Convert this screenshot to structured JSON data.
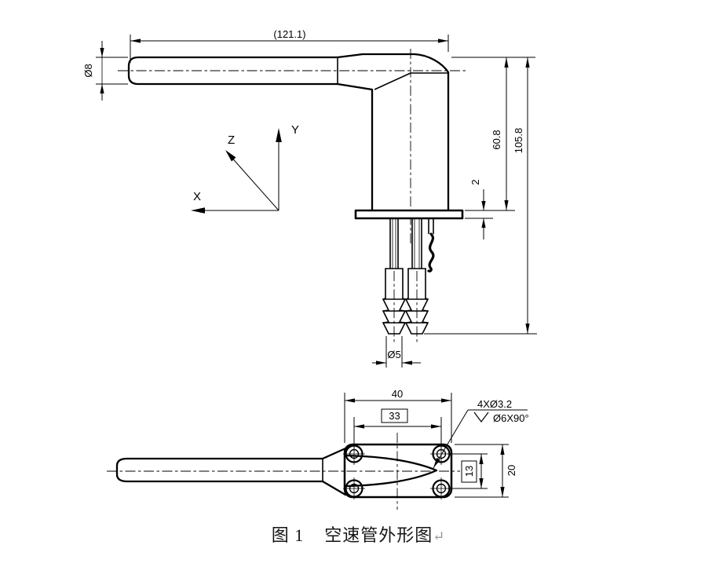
{
  "side_view": {
    "overall_length": "(121.1)",
    "tube_diameter": "Ø8",
    "head_to_flange_height": "60.8",
    "overall_height": "105.8",
    "flange_thickness": "2",
    "nipple_diameter": "Ø5"
  },
  "axes": {
    "x": "X",
    "y": "Y",
    "z": "Z"
  },
  "bottom_view": {
    "flange_width": "40",
    "hole_pitch_horizontal": "33",
    "hole_pitch_vertical": "13",
    "flange_height": "20",
    "hole_callout_line1": "4XØ3.2",
    "hole_callout_line2": "Ø6X90°"
  },
  "caption": {
    "label": "图 1",
    "title": "空速管外形图",
    "return_mark": "↵"
  }
}
